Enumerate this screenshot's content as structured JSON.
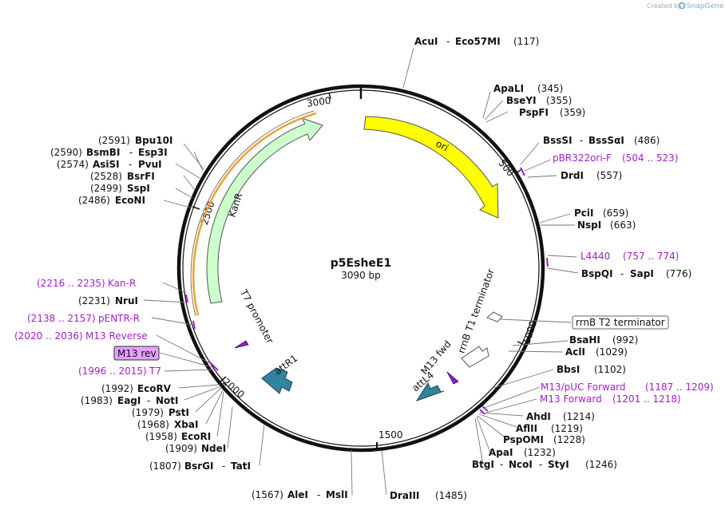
{
  "credit": "Created by",
  "brand": "SnapGene",
  "title": "p5EsheE1",
  "length": "3090 bp",
  "ticks": [
    "500",
    "1000",
    "1500",
    "2000",
    "2500",
    "3000"
  ],
  "features": {
    "ori": "ori",
    "kanr": "KanR",
    "attr1": "attR1",
    "attl4": "attL4",
    "m13fwd": "M13 fwd",
    "t7promoter": "T7 promoter",
    "rrnbt1": "rrnB T1 terminator",
    "rrnbt2": "rrnB T2 terminator"
  },
  "sites": {
    "acui": {
      "name": "AcuI",
      "alt": "Eco57MI",
      "pos": "(117)"
    },
    "apali": {
      "name": "ApaLI",
      "pos": "(345)"
    },
    "bseyi": {
      "name": "BseYI",
      "pos": "(355)"
    },
    "pspfi": {
      "name": "PspFI",
      "pos": "(359)"
    },
    "bsssi": {
      "name": "BssSI",
      "alt": "BssSαI",
      "pos": "(486)"
    },
    "drdi": {
      "name": "DrdI",
      "pos": "(557)"
    },
    "pcii": {
      "name": "PciI",
      "pos": "(659)"
    },
    "nspi": {
      "name": "NspI",
      "pos": "(663)"
    },
    "bspqi": {
      "name": "BspQI",
      "alt": "SapI",
      "pos": "(776)"
    },
    "bsahi": {
      "name": "BsaHI",
      "pos": "(992)"
    },
    "acli": {
      "name": "AclI",
      "pos": "(1029)"
    },
    "bbsi": {
      "name": "BbsI",
      "pos": "(1102)"
    },
    "ahdi": {
      "name": "AhdI",
      "pos": "(1214)"
    },
    "aflii": {
      "name": "AflII",
      "pos": "(1219)"
    },
    "pspomi": {
      "name": "PspOMI",
      "pos": "(1228)"
    },
    "apai": {
      "name": "ApaI",
      "pos": "(1232)"
    },
    "btgi": {
      "name": "BtgI",
      "alt1": "NcoI",
      "alt2": "StyI",
      "pos": "(1246)"
    },
    "draiii": {
      "name": "DraIII",
      "pos": "(1485)"
    },
    "alei": {
      "name": "AleI",
      "alt": "MslI",
      "pos": "(1567)"
    },
    "bsrgi": {
      "name": "BsrGI",
      "alt": "TatI",
      "pos": "(1807)"
    },
    "ndei": {
      "name": "NdeI",
      "pos": "(1909)"
    },
    "ecori": {
      "name": "EcoRI",
      "pos": "(1958)"
    },
    "xbai": {
      "name": "XbaI",
      "pos": "(1968)"
    },
    "psti": {
      "name": "PstI",
      "pos": "(1979)"
    },
    "eagi": {
      "name": "EagI",
      "alt": "NotI",
      "pos": "(1983)"
    },
    "ecorv": {
      "name": "EcoRV",
      "pos": "(1992)"
    },
    "nrui": {
      "name": "NruI",
      "pos": "(2231)"
    },
    "econi": {
      "name": "EcoNI",
      "pos": "(2486)"
    },
    "sspi": {
      "name": "SspI",
      "pos": "(2499)"
    },
    "bsrfi": {
      "name": "BsrFI",
      "pos": "(2528)"
    },
    "asisi": {
      "name": "AsiSI",
      "alt": "PvuI",
      "pos": "(2574)"
    },
    "bsmbi": {
      "name": "BsmBI",
      "alt": "Esp3I",
      "pos": "(2590)"
    },
    "bpu10i": {
      "name": "Bpu10I",
      "pos": "(2591)"
    }
  },
  "primers": {
    "pbr322": {
      "name": "pBR322ori-F",
      "range": "(504 .. 523)"
    },
    "l4440": {
      "name": "L4440",
      "range": "(757 .. 774)"
    },
    "m13puc": {
      "name": "M13/pUC Forward",
      "range": "(1187 .. 1209)"
    },
    "m13fwd": {
      "name": "M13 Forward",
      "range": "(1201 .. 1218)"
    },
    "kanr": {
      "name": "Kan-R",
      "range": "(2216 .. 2235)"
    },
    "pentr": {
      "name": "pENTR-R",
      "range": "(2138 .. 2157)"
    },
    "m13rev": {
      "name": "M13 Reverse",
      "range": "(2020 .. 2036)"
    },
    "m13revbox": {
      "name": "M13 rev"
    },
    "t7": {
      "name": "T7",
      "range": "(1996 .. 2015)"
    }
  },
  "colors": {
    "ori": "#ffff00",
    "kanr": "#ccffcc",
    "att": "#31849b",
    "primer": "#a020c8",
    "highlight": "#e2a0ff",
    "orf": "#f0a030"
  }
}
